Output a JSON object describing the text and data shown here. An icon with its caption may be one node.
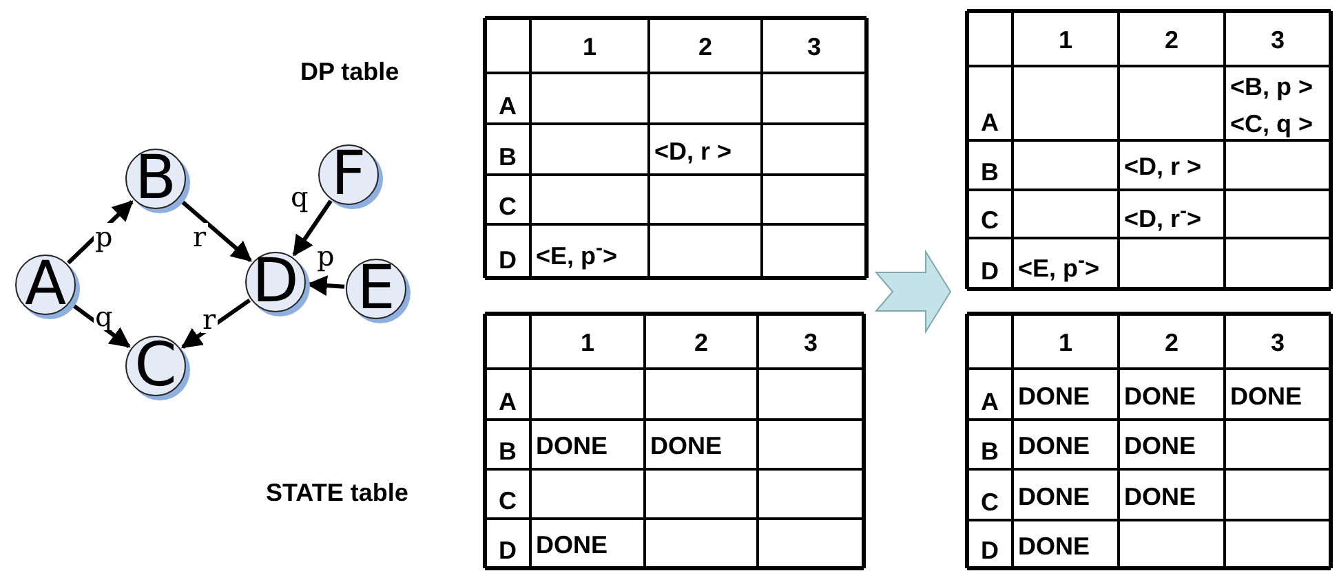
{
  "diagram": {
    "nodes": [
      {
        "text": [
          "A"
        ]
      },
      {
        "text": [
          "B"
        ]
      },
      {
        "text": [
          "C"
        ]
      },
      {
        "text": [
          "D"
        ]
      },
      {
        "text": [
          "F"
        ]
      },
      {
        "text": [
          "E"
        ]
      }
    ],
    "edges": [
      {
        "from": 0,
        "to": 1,
        "arrow": "to",
        "label": "p"
      },
      {
        "from": 1,
        "to": 3,
        "arrow": "to",
        "label": "r"
      },
      {
        "from": 4,
        "to": 3,
        "arrow": "to",
        "label": "q"
      },
      {
        "from": 5,
        "to": 3,
        "arrow": "to",
        "label": "p"
      },
      {
        "from": 0,
        "to": 2,
        "arrow": "to",
        "label": "q"
      },
      {
        "from": 3,
        "to": 2,
        "arrow": "to",
        "label": "r"
      }
    ],
    "labels": [
      "DP table",
      "1",
      "2",
      "3",
      "A",
      "B",
      "<D, r >",
      "C",
      "D",
      "<E, p$^{-}$>",
      "1",
      "2",
      "3",
      "A",
      "<B, p >",
      "<C, q >",
      "B",
      "<D, r >",
      "C",
      "<D, r$^{-}$>",
      "D",
      "<E, p$^{-}$>",
      "STATE table",
      "1",
      "2",
      "3",
      "A",
      "B",
      "DONE",
      "DONE",
      "C",
      "D",
      "DONE",
      "1",
      "2",
      "3",
      "A",
      "DONE",
      "DONE",
      "DONE",
      "B",
      "DONE",
      "DONE",
      "C",
      "DONE",
      "DONE",
      "D",
      "DONE"
    ]
  }
}
